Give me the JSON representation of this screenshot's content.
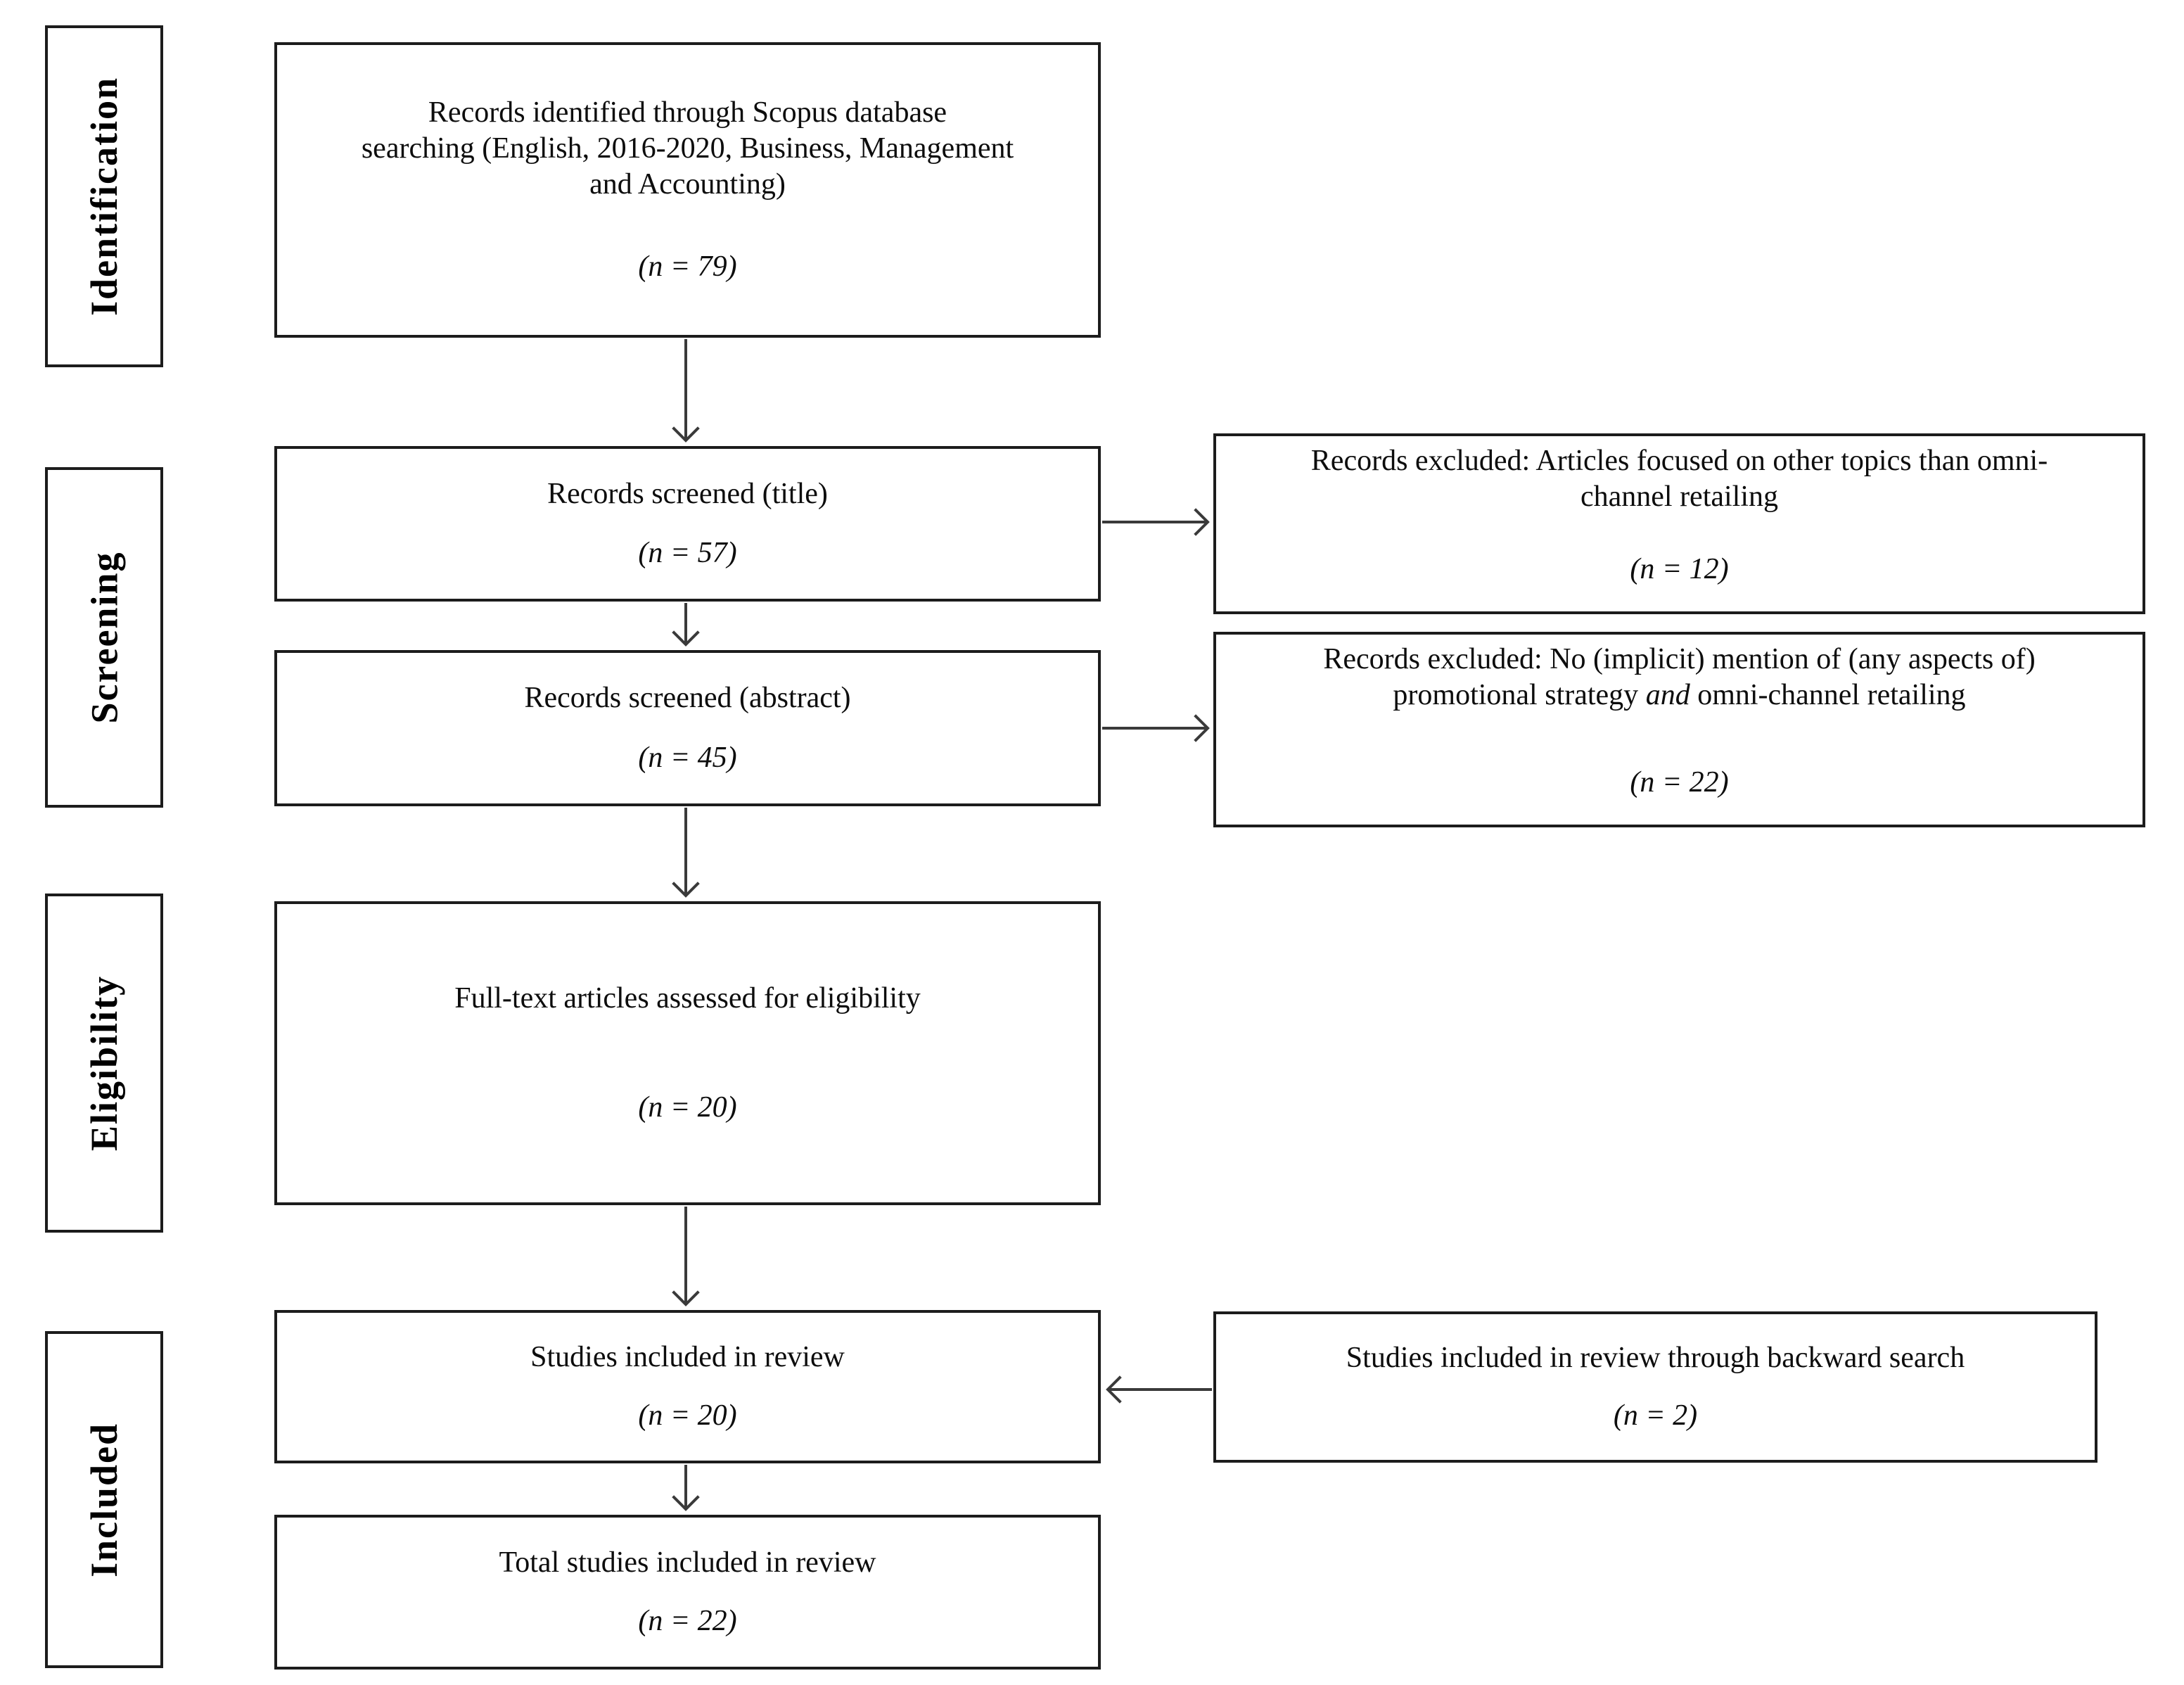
{
  "stages": [
    {
      "label": "Identification"
    },
    {
      "label": "Screening"
    },
    {
      "label": "Eligibility"
    },
    {
      "label": "Included"
    }
  ],
  "main_flow": [
    {
      "lines": [
        "Records identified through Scopus database",
        "searching (English, 2016-2020, Business, Management",
        "and Accounting)"
      ],
      "n": "(n = 79)"
    },
    {
      "lines": [
        "Records screened (title)"
      ],
      "n": "(n = 57)"
    },
    {
      "lines": [
        "Records screened (abstract)"
      ],
      "n": "(n = 45)"
    },
    {
      "lines": [
        "Full-text articles assessed for eligibility"
      ],
      "n": "(n = 20)"
    },
    {
      "lines": [
        "Studies included in review"
      ],
      "n": "(n = 20)"
    },
    {
      "lines": [
        "Total studies included in review"
      ],
      "n": "(n = 22)"
    }
  ],
  "side_boxes": [
    {
      "lines": [
        "Records excluded: Articles focused on other topics than omni-",
        "channel retailing"
      ],
      "n": "(n = 12)"
    },
    {
      "line1": "Records excluded: No (implicit) mention of (any aspects of)",
      "line2_pre": "promotional strategy ",
      "line2_italic": "and",
      "line2_post": " omni-channel retailing",
      "n": "(n = 22)"
    },
    {
      "lines": [
        "Studies included in review through backward search"
      ],
      "n": "(n = 2)"
    }
  ],
  "colors": {
    "border": "#1c1c1c",
    "arrow": "#3a3a3a",
    "background": "#ffffff",
    "text": "#0d0d0d"
  }
}
